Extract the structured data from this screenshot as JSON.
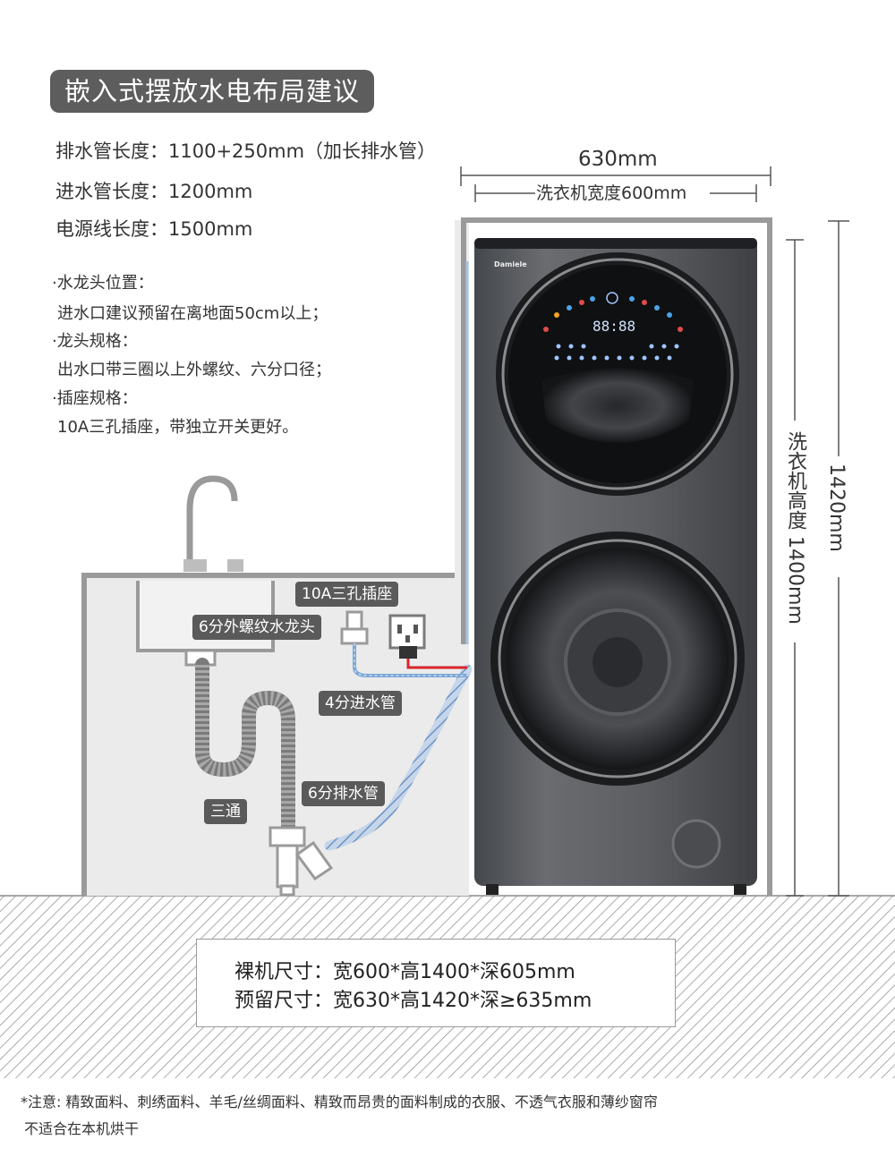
{
  "title": "嵌入式摆放水电布局建议",
  "specs": [
    "排水管长度：1100+250mm（加长排水管）",
    "进水管长度：1200mm",
    "电源线长度：1500mm"
  ],
  "notes": [
    "·水龙头位置：",
    "进水口建议预留在离地面50cm以上；",
    "·龙头规格：",
    "出水口带三圈以上外螺纹、六分口径；",
    "·插座规格：",
    "10A三孔插座，带独立开关更好。"
  ],
  "dimensions": {
    "reserved_width": "630mm",
    "machine_width": "洗衣机宽度600mm",
    "machine_height": "洗衣机高度 1400mm",
    "reserved_height": "1420mm"
  },
  "brand": "Damiele",
  "display_digits": "88:88",
  "labels": {
    "socket": "10A三孔插座",
    "faucet": "6分外螺纹水龙头",
    "inlet_hose": "4分进水管",
    "drain_hose": "6分排水管",
    "tee": "三通"
  },
  "sizes": {
    "bare": "裸机尺寸：宽600*高1400*深605mm",
    "reserved": "预留尺寸：宽630*高1420*深≥635mm"
  },
  "footer": [
    "*注意: 精致面料、刺绣面料、羊毛/丝绸面料、精致而昂贵的面料制成的衣服、不透气衣服和薄纱窗帘",
    "不适合在本机烘干"
  ],
  "colors": {
    "badge": "#5d5d5d",
    "label_bg": "#5a5a5a",
    "machine_body": "#5b5d60",
    "inlet_hose": "#7aa6d6",
    "drain_hose": "#8fa9cf",
    "power_cord": "#d9262a",
    "floor_hatch": "#9a9a9a"
  }
}
